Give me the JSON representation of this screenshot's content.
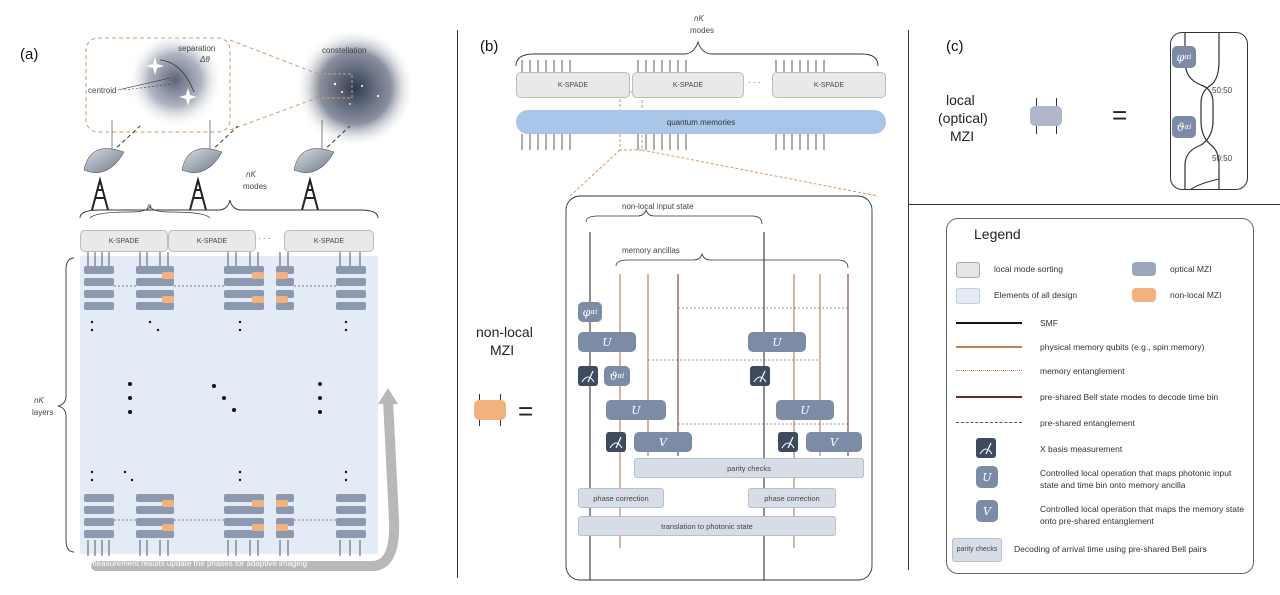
{
  "panel_a": {
    "label": "(a)",
    "separation_label": "separation",
    "separation_symbol": "Δθ",
    "centroid_label": "centroid",
    "constellation_label": "constellation",
    "modes_label_1": "nK",
    "modes_label_2": "modes",
    "n_label": "n",
    "kspade_boxes": [
      "K-SPADE",
      "K-SPADE",
      "K-SPADE"
    ],
    "ellipsis": "· · ·",
    "layers_label_1": "nK",
    "layers_label_2": "layers",
    "feedback_text": "measurement results update the phases for adaptive imaging"
  },
  "panel_b": {
    "label": "(b)",
    "modes_label_1": "nK",
    "modes_label_2": "modes",
    "kspade_boxes": [
      "K-SPADE",
      "K-SPADE",
      "K-SPADE"
    ],
    "ellipsis": "· · ·",
    "memories_label": "quantum memories",
    "nonlocal_mzi_1": "non-local",
    "nonlocal_mzi_2": "MZI",
    "equals": "=",
    "input_state_label": "non-local input state",
    "ancillas_label": "memory ancillas",
    "phi_label": "φ",
    "phi_sub": "αi",
    "theta_label": "ϑ",
    "theta_sub": "αi",
    "u_label": "U",
    "v_label": "V",
    "parity_label": "parity checks",
    "phase_correction": "phase correction",
    "translation": "translation to photonic state"
  },
  "panel_c": {
    "label": "(c)",
    "local_1": "local",
    "local_2": "(optical)",
    "local_3": "MZI",
    "equals": "=",
    "phi_label": "φ",
    "phi_sub": "αi",
    "theta_label": "ϑ",
    "theta_sub": "αi",
    "splitter_1": "50:50",
    "splitter_2": "50:50"
  },
  "legend": {
    "title": "Legend",
    "items": {
      "local_mode_sorting": "local mode sorting",
      "optical_mzi": "optical MZI",
      "elements": "Elements of all design",
      "nonlocal_mzi": "non-local MZI",
      "smf": "SMF",
      "physical_memory": "physical memory qubits (e.g., spin memory)",
      "memory_entanglement": "memory entanglement",
      "preshared_bell": "pre-shared Bell state modes to decode time bin",
      "preshared_entanglement": "pre-shared entanglement",
      "x_basis": "X basis measurement",
      "u_desc_1": "Controlled local operation that maps photonic input",
      "u_desc_2": "state and time bin onto memory ancilla",
      "v_desc_1": "Controlled local operation that maps the memory state",
      "v_desc_2": "onto pre-shared entanglement",
      "parity_box": "parity checks",
      "parity_desc": "Decoding of arrival time using pre-shared Bell pairs"
    },
    "u_symbol": "U",
    "v_symbol": "V"
  },
  "colors": {
    "mzi_optical": "#7c8ca6",
    "mzi_nonlocal": "#f2b27e",
    "memory_blue": "#a9c6e8",
    "elements_bg": "#e3ebf6",
    "brown_line": "#b86a3a",
    "dark_meas": "#3e4a5e"
  }
}
